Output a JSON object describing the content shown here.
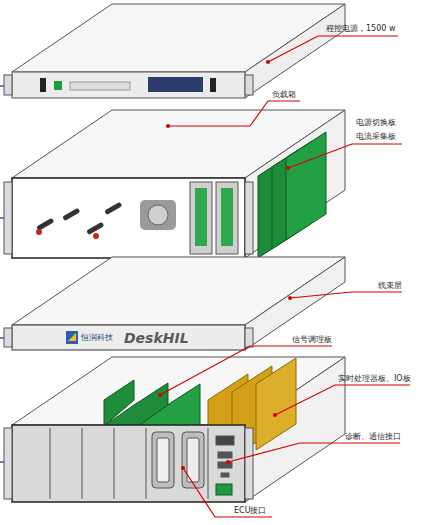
{
  "diagram": {
    "labels": [
      "程控电源，1500 w",
      "负载箱",
      "电源切换板 电流采集板",
      "线束层",
      "恒润科技",
      "DeskHIL",
      "信号调理板",
      "实时处理器板、IO板",
      "诊断、通信接口",
      "ECU接口"
    ]
  }
}
